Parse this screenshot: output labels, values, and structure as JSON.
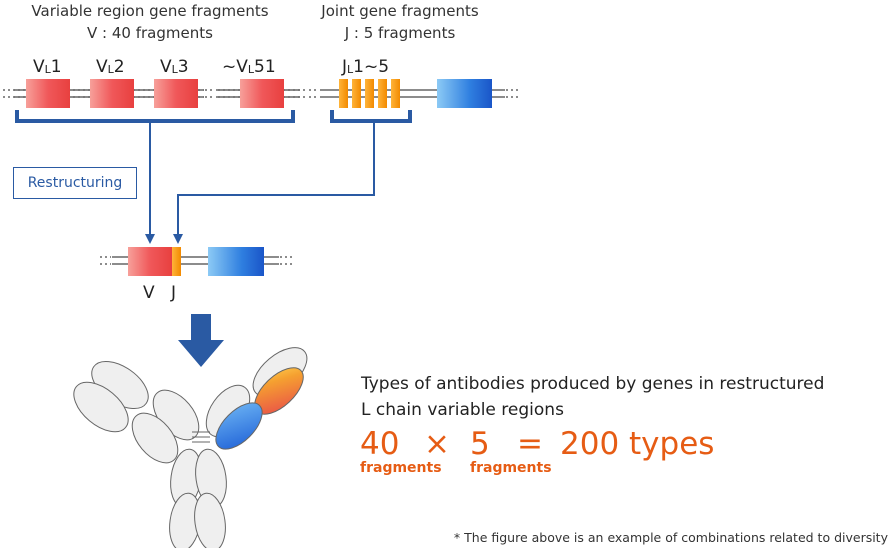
{
  "variable_header": [
    "Variable region gene fragments",
    "V : 40 fragments"
  ],
  "joint_header": [
    "Joint gene fragments",
    "J : 5 fragments"
  ],
  "v_labels": [
    {
      "main": "V",
      "sub": "L",
      "tail": "1"
    },
    {
      "main": "V",
      "sub": "L",
      "tail": "2"
    },
    {
      "main": "V",
      "sub": "L",
      "tail": "3"
    },
    {
      "main": "~V",
      "sub": "L",
      "tail": "51"
    }
  ],
  "j_label": {
    "main": "J",
    "sub": "L",
    "tail": "1~5"
  },
  "restructuring_label": "Restructuring",
  "result_labels": {
    "v": "V",
    "j": "J"
  },
  "description": [
    "Types of antibodies produced by genes in restructured",
    "L chain variable regions"
  ],
  "calculation": {
    "a": "40",
    "a_unit": "fragments",
    "times": "×",
    "b": "5",
    "b_unit": "fragments",
    "equals": "=",
    "result": "200 types"
  },
  "footnote": "* The figure above is an example of combinations related to diversity",
  "colors": {
    "v_segment": "#f0585a",
    "j_segment": "#f5a000",
    "c_segment": "#2f7fe0",
    "bracket": "#2a5aa3",
    "accent": "#e65c14"
  }
}
